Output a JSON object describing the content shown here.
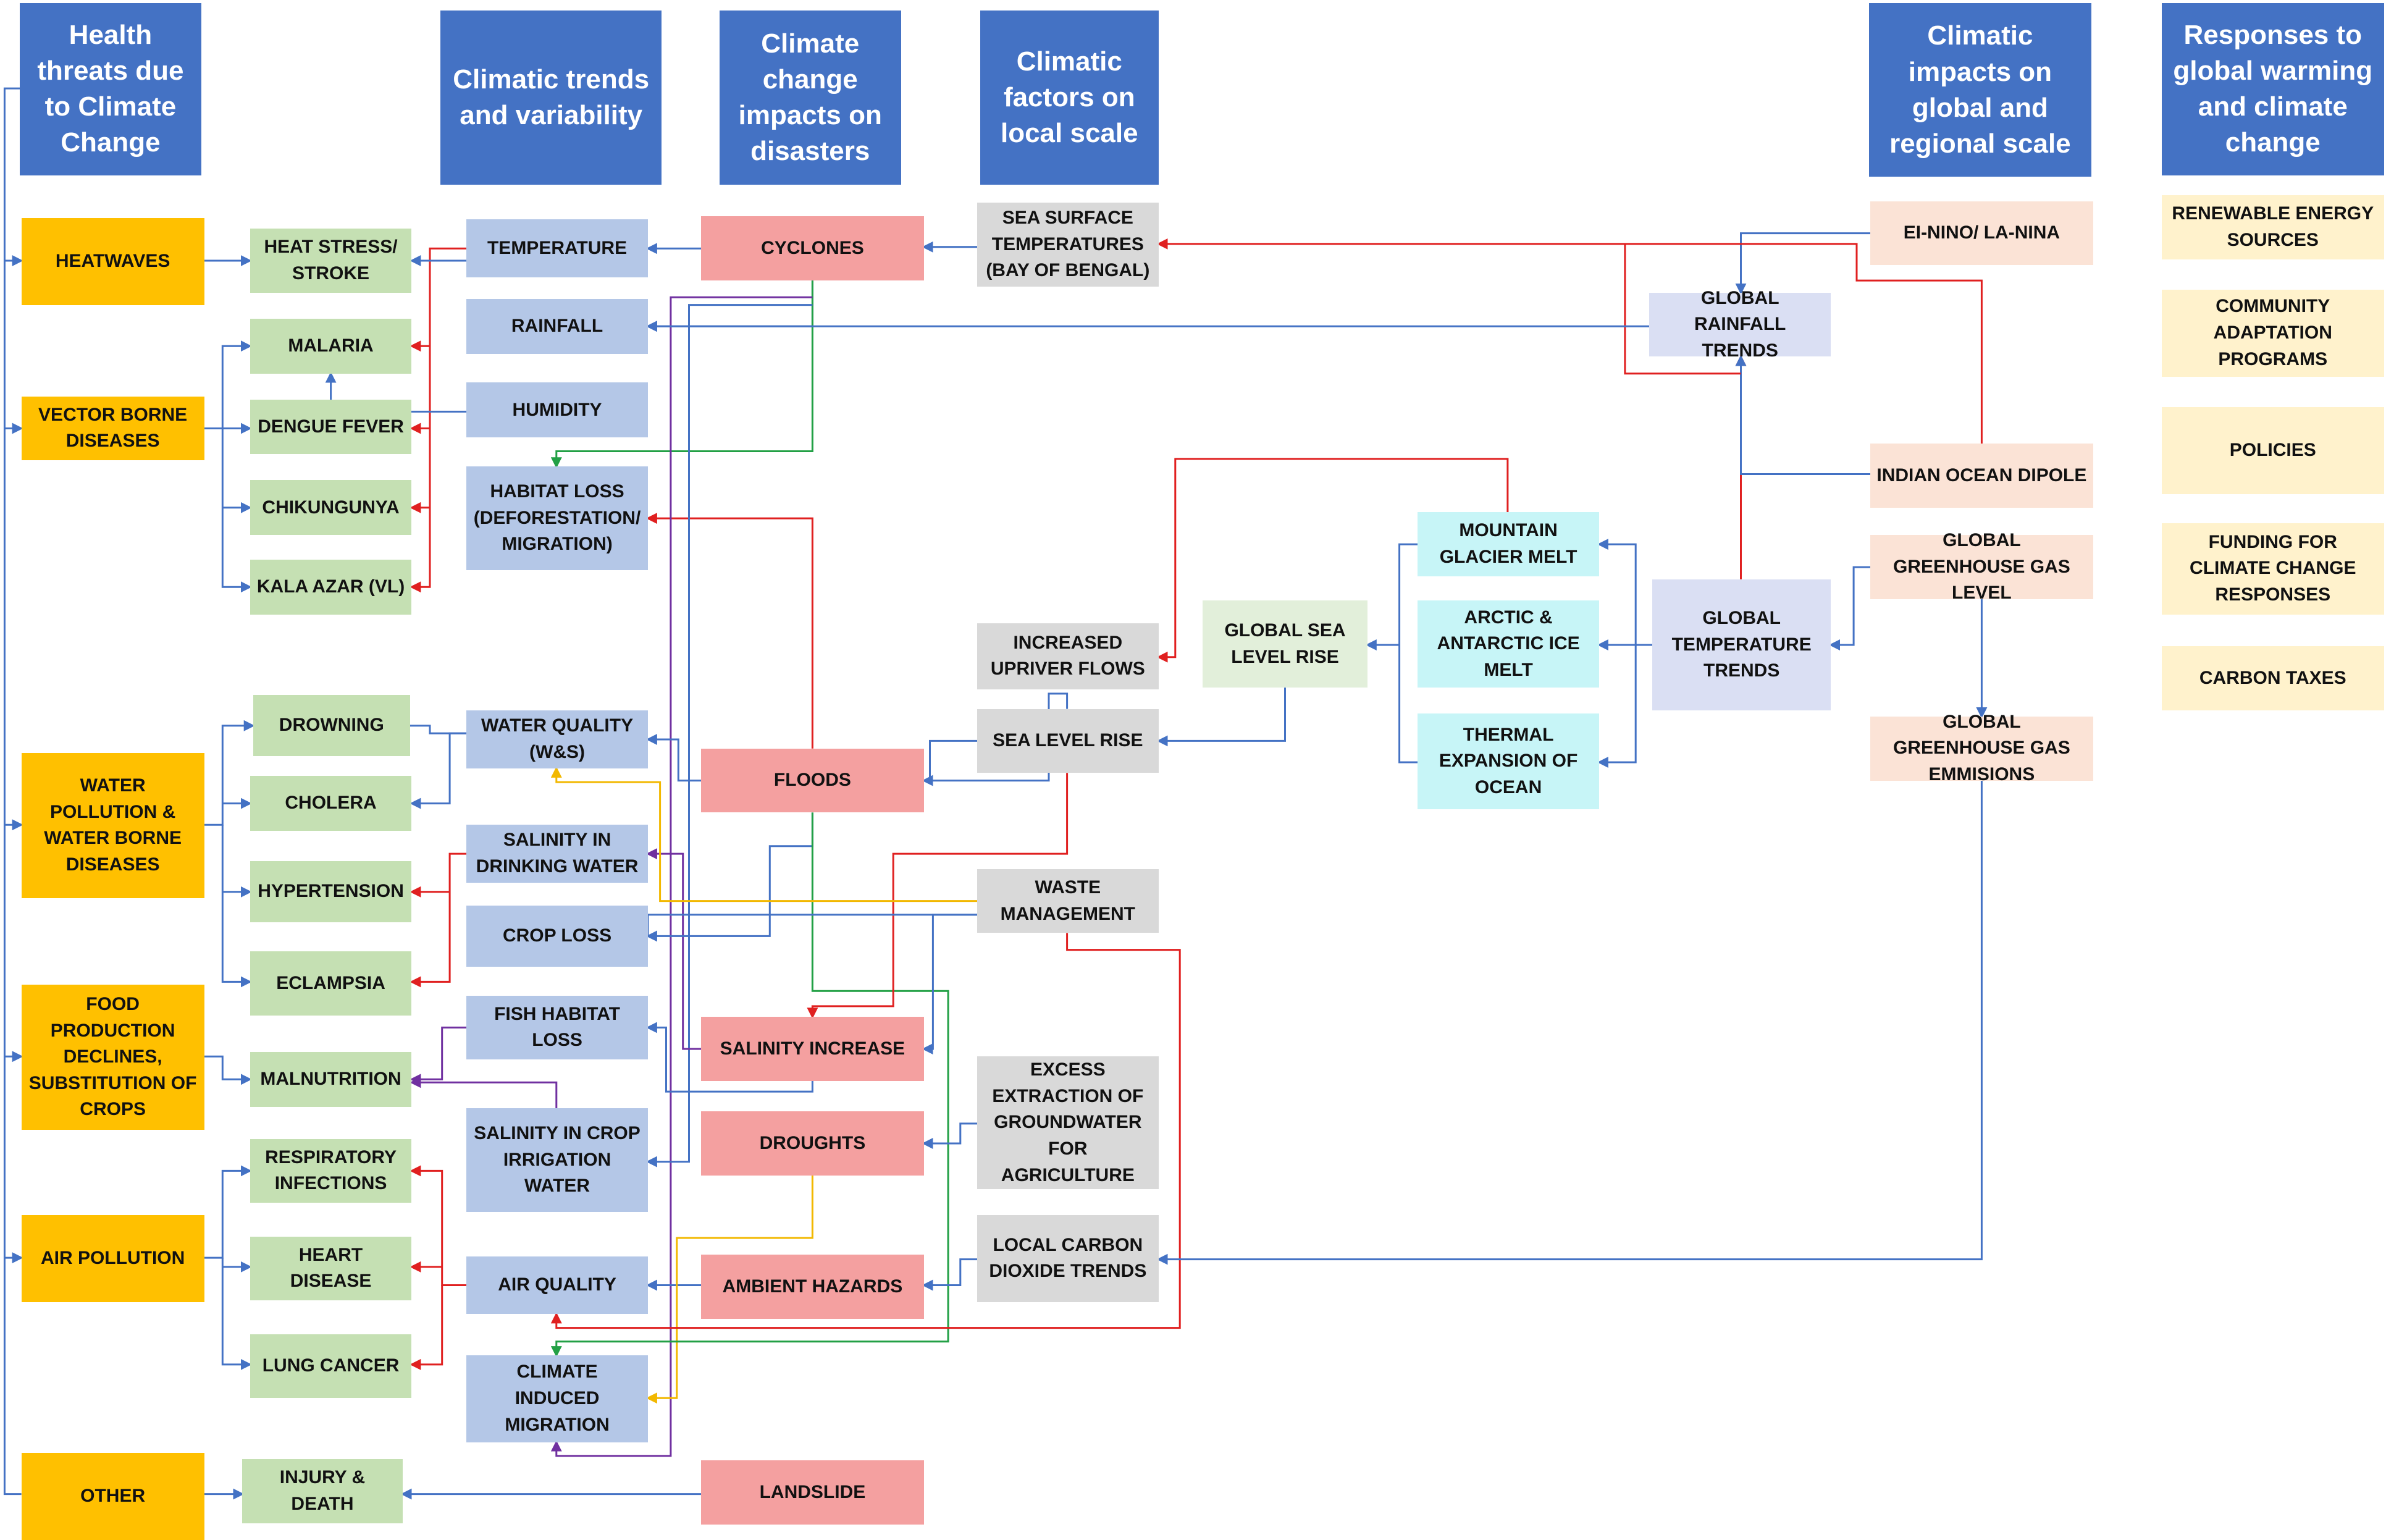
{
  "colors": {
    "header": "#4472C4",
    "orange": "#FFC000",
    "green": "#C5E0B3",
    "blue": "#B4C7E7",
    "red": "#F4A0A0",
    "gray": "#D9D9D9",
    "lightgreen": "#E2EFDA",
    "cyan": "#C7F5F7",
    "lavender": "#DADFF3",
    "peach": "#FBE3D6",
    "cream": "#FFF2CC",
    "line_blue": "#4472C4",
    "line_red": "#E02020",
    "line_green": "#22A045",
    "line_purple": "#7030A0",
    "line_yellow": "#F2B800"
  },
  "headers": {
    "health": "Health threats due to Climate Change",
    "trends": "Climatic trends and variability",
    "disasters": "Climate change impacts on disasters",
    "local": "Climatic factors on local scale",
    "global": "Climatic impacts on global and regional scale",
    "responses": "Responses to global warming and climate change"
  },
  "health_threats": {
    "heatwaves": "HEATWAVES",
    "vector": "VECTOR BORNE DISEASES",
    "water": "WATER POLLUTION & WATER BORNE DISEASES",
    "food": "FOOD PRODUCTION DECLINES, SUBSTITUTION OF CROPS",
    "air": "AIR POLLUTION",
    "other": "OTHER"
  },
  "health_outcomes": {
    "heat_stress": "HEAT STRESS/ STROKE",
    "malaria": "MALARIA",
    "dengue": "DENGUE FEVER",
    "chikungunya": "CHIKUNGUNYA",
    "kala_azar": "KALA AZAR (VL)",
    "drowning": "DROWNING",
    "cholera": "CHOLERA",
    "hypertension": "HYPERTENSION",
    "eclampsia": "ECLAMPSIA",
    "malnutrition": "MALNUTRITION",
    "respiratory": "RESPIRATORY INFECTIONS",
    "heart": "HEART DISEASE",
    "lung": "LUNG CANCER",
    "injury": "INJURY & DEATH"
  },
  "trends": {
    "temperature": "TEMPERATURE",
    "rainfall": "RAINFALL",
    "humidity": "HUMIDITY",
    "habitat": "HABITAT LOSS (DEFORESTATION/ MIGRATION)",
    "water_quality": "WATER QUALITY (W&S)",
    "salinity_drinking": "SALINITY IN DRINKING WATER",
    "crop_loss": "CROP LOSS",
    "fish": "FISH HABITAT LOSS",
    "salinity_crop": "SALINITY IN CROP IRRIGATION WATER",
    "air_quality": "AIR QUALITY",
    "migration": "CLIMATE INDUCED MIGRATION"
  },
  "disasters": {
    "cyclones": "CYCLONES",
    "floods": "FLOODS",
    "salinity": "SALINITY INCREASE",
    "droughts": "DROUGHTS",
    "ambient": "AMBIENT HAZARDS",
    "landslide": "LANDSLIDE"
  },
  "local": {
    "sst": "SEA SURFACE TEMPERATURES (BAY OF BENGAL)",
    "upriver": "INCREASED UPRIVER FLOWS",
    "slr": "SEA LEVEL RISE",
    "waste": "WASTE MANAGEMENT",
    "groundwater": "EXCESS EXTRACTION OF GROUNDWATER FOR AGRICULTURE",
    "co2": "LOCAL CARBON DIOXIDE TRENDS"
  },
  "global": {
    "sea_level": "GLOBAL SEA LEVEL RISE",
    "glacier": "MOUNTAIN GLACIER MELT",
    "ice": "ARCTIC & ANTARCTIC ICE MELT",
    "thermal": "THERMAL EXPANSION OF OCEAN",
    "temp_trends": "GLOBAL TEMPERATURE TRENDS",
    "rain_trends": "GLOBAL RAINFALL TRENDS",
    "enso": "EI-NINO/ LA-NINA",
    "iod": "INDIAN OCEAN DIPOLE",
    "ghg_level": "GLOBAL GREENHOUSE GAS LEVEL",
    "ghg_emissions": "GLOBAL GREENHOUSE GAS EMMISIONS"
  },
  "responses": {
    "renewable": "RENEWABLE ENERGY SOURCES",
    "community": "COMMUNITY ADAPTATION PROGRAMS",
    "policies": "POLICIES",
    "funding": "FUNDING FOR CLIMATE CHANGE RESPONSES",
    "carbon_taxes": "CARBON TAXES"
  }
}
